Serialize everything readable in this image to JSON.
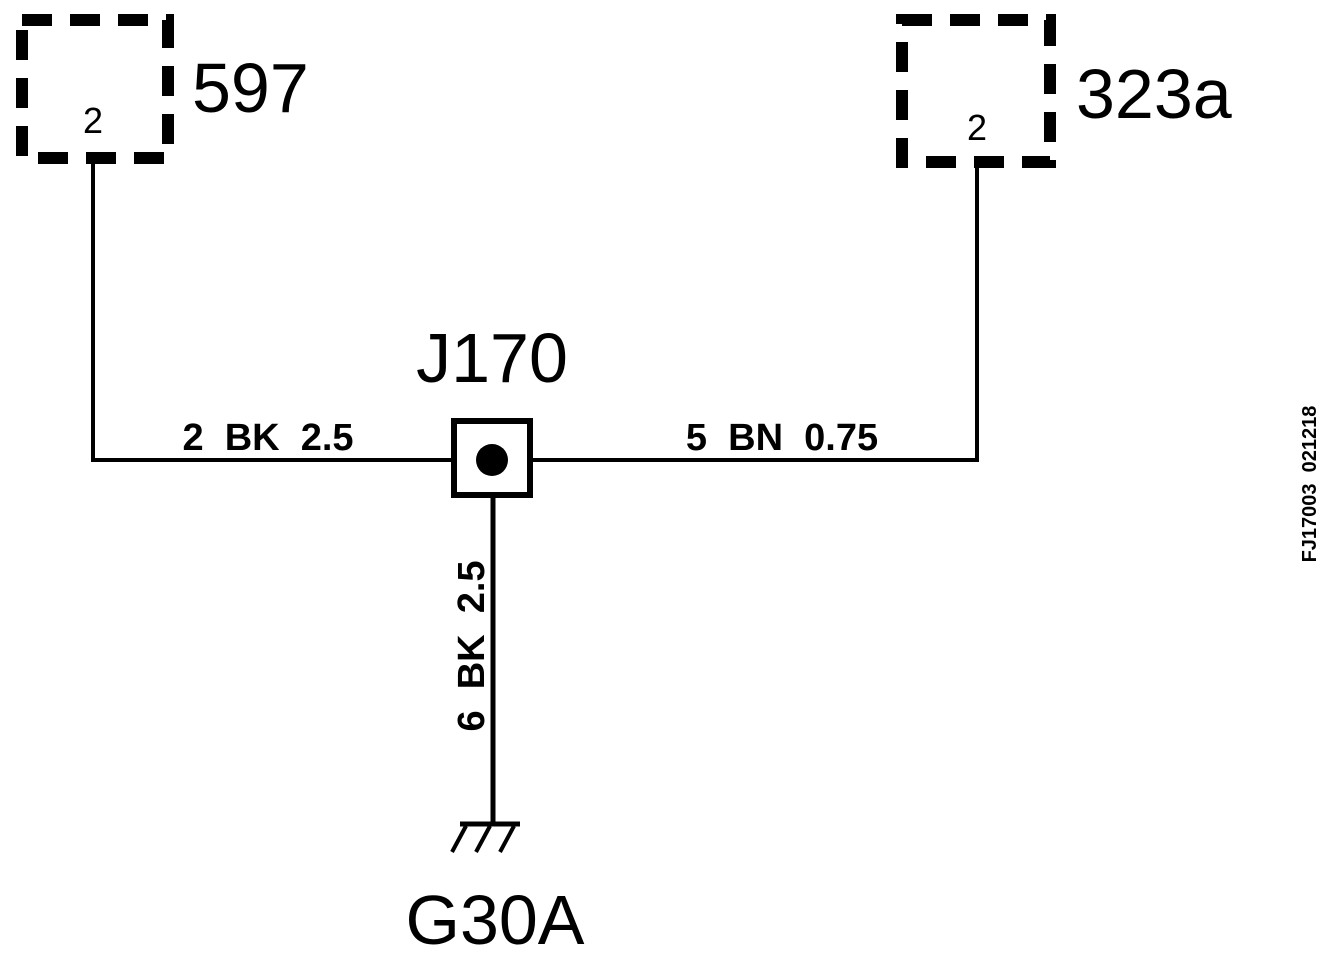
{
  "connectors": [
    {
      "name": "597",
      "pin": "2"
    },
    {
      "name": "323a",
      "pin": "2"
    }
  ],
  "junction": {
    "name": "J170"
  },
  "ground": {
    "name": "G30A"
  },
  "wires": [
    {
      "cavity": "2",
      "color": "BK",
      "size": "2.5"
    },
    {
      "cavity": "5",
      "color": "BN",
      "size": "0.75"
    },
    {
      "cavity": "6",
      "color": "BK",
      "size": "2.5"
    }
  ],
  "wire_labels": [
    "2  BK  2.5",
    "5  BN  0.75",
    "6  BK  2.5"
  ],
  "reference": "FJ17003  021218",
  "colors": {
    "line": "#000000",
    "background": "#ffffff"
  }
}
